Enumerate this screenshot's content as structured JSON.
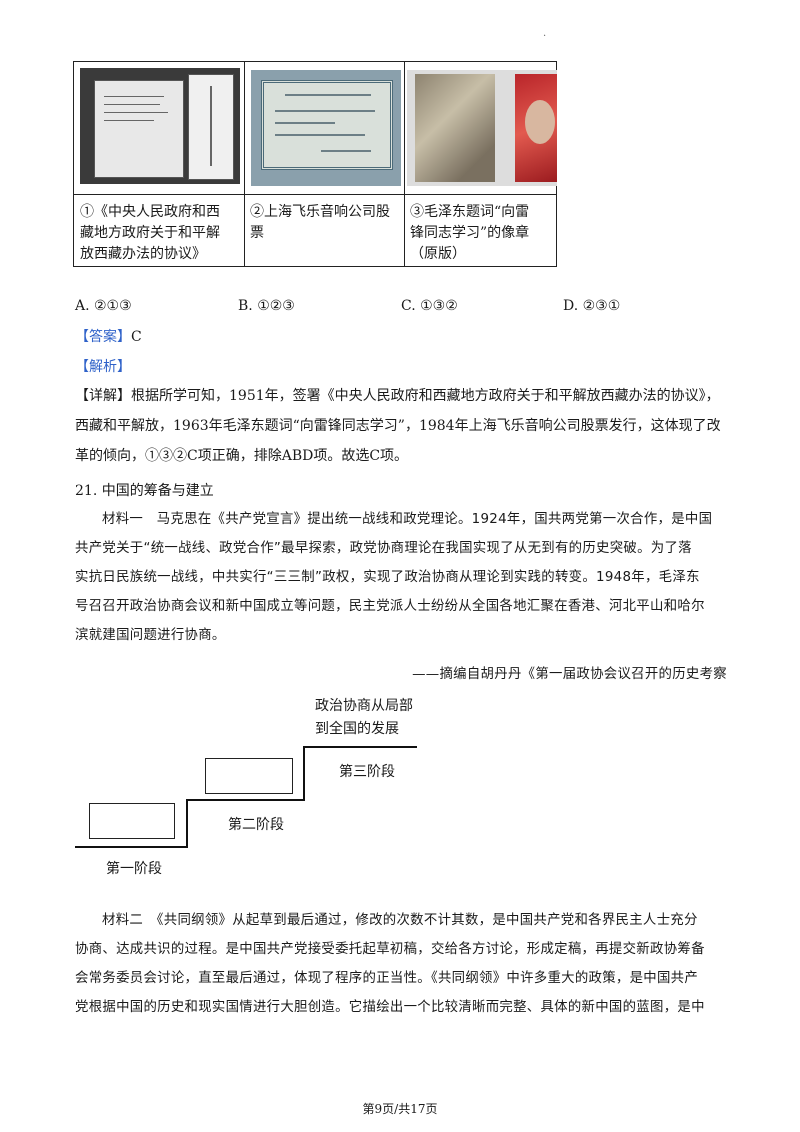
{
  "captions": [
    "①《中央人民政府和西藏地方政府关于和平解放西藏办法的协议》",
    "②上海飞乐音响公司股票",
    "③毛泽东题词“向雷锋同志学习”的像章（原版）"
  ],
  "caption_lines": {
    "c1": [
      "①《中央人民政府和西",
      "藏地方政府关于和平解",
      "放西藏办法的协议》"
    ],
    "c2": [
      "②上海飞乐音响公司股",
      "票"
    ],
    "c3": [
      "③毛泽东题词“向雷",
      "锋同志学习”的像章",
      "（原版）"
    ]
  },
  "options": [
    "A. ②①③",
    "B. ①②③",
    "C. ①③②",
    "D. ②③①"
  ],
  "answer_tag": "【答案】",
  "answer_value": "C",
  "analysis_tag": "【解析】",
  "detail_tag": "【详解】",
  "detail_lines": [
    "根据所学可知，1951年，签署《中央人民政府和西藏地方政府关于和平解放西藏办法的协议》，",
    "西藏和平解放，1963年毛泽东题词“向雷锋同志学习”，1984年上海飞乐音响公司股票发行，这体现了改",
    "革的倾向，①③②C项正确，排除ABD项。故选C项。"
  ],
  "question_title": "21. 中国的筹备与建立",
  "material1_lines": [
    "材料一　马克思在《共产党宣言》提出统一战线和政党理论。1924年，国共两党第一次合作，是中国",
    "共产党关于“统一战线、政党合作”最早探索，政党协商理论在我国实现了从无到有的历史突破。为了落",
    "实抗日民族统一战线，中共实行“三三制”政权，实现了政治协商从理论到实践的转变。1948年，毛泽东",
    "号召召开政治协商会议和新中国成立等问题，民主党派人士纷纷从全国各地汇聚在香港、河北平山和哈尔",
    "滨就建国问题进行协商。"
  ],
  "material1_source": "——摘编自胡丹丹《第一届政协会议召开的历史考察",
  "diagram": {
    "title_line1": "政治协商从局部",
    "title_line2": "到全国的发展",
    "stage1": "第一阶段",
    "stage2": "第二阶段",
    "stage3": "第三阶段"
  },
  "material2_lines": [
    "材料二　《共同纲领》从起草到最后通过，修改的次数不计其数，是中国共产党和各界民主人士充分",
    "协商、达成共识的过程。是中国共产党接受委托起草初稿，交给各方讨论，形成定稿，再提交新政协筹备",
    "会常务委员会讨论，直至最后通过，体现了程序的正当性。《共同纲领》中许多重大的政策，是中国共产",
    "党根据中国的历史和现实国情进行大胆创造。它描绘出一个比较清晰而完整、具体的新中国的蓝图，是中"
  ],
  "footer": "第9页/共17页"
}
